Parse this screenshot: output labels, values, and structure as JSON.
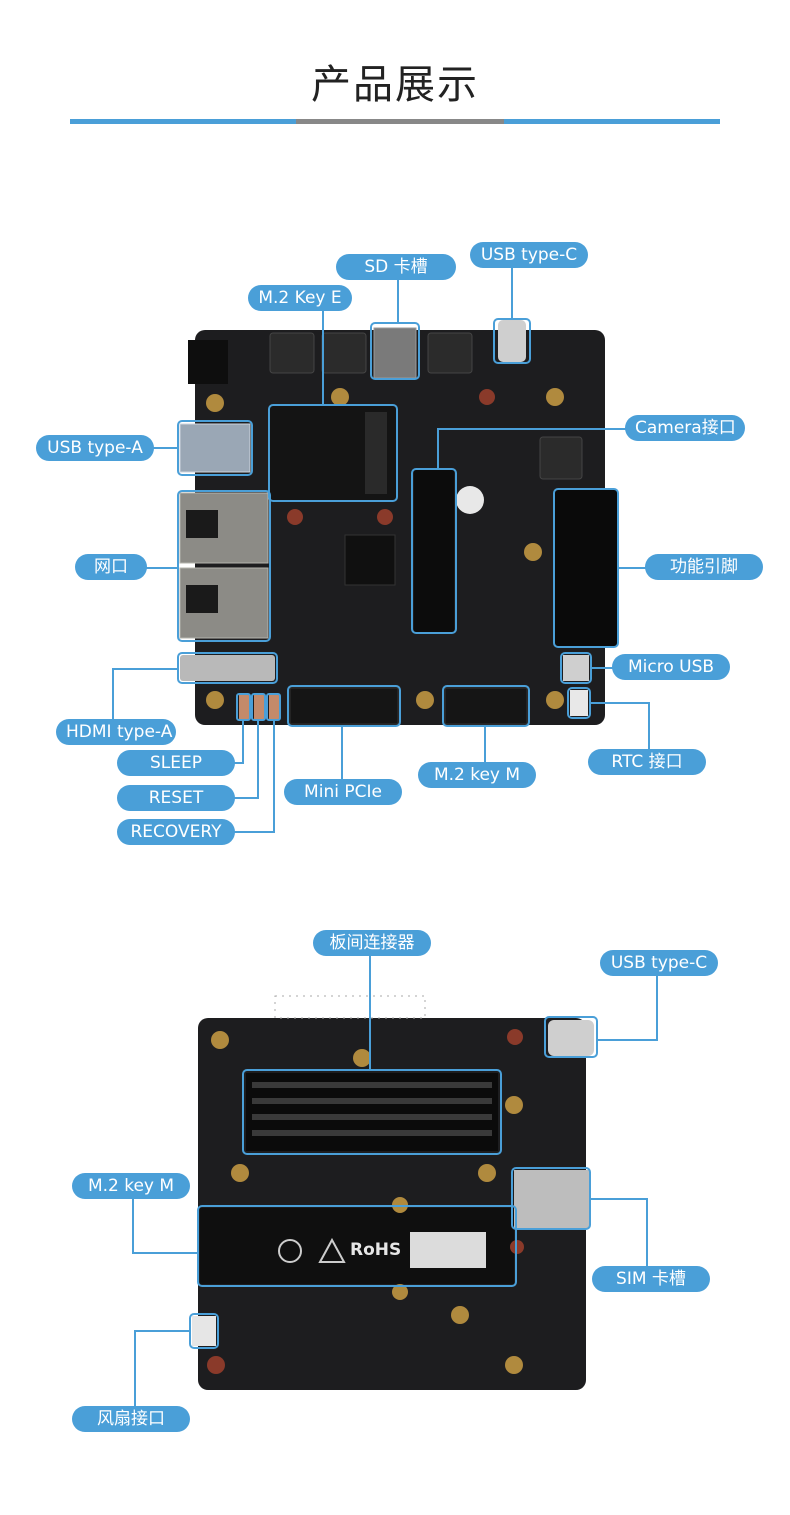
{
  "page": {
    "title": "产品展示"
  },
  "colors": {
    "accent": "#4a9fd8",
    "rule_gray": "#888888",
    "pcb": "#1d1d1f"
  },
  "board_top": {
    "labels": {
      "sd_slot": "SD 卡槽",
      "usb_c": "USB type-C",
      "m2_key_e": "M.2 Key E",
      "camera": "Camera接口",
      "usb_a": "USB type-A",
      "ethernet": "网口",
      "gpio": "功能引脚",
      "micro_usb": "Micro USB",
      "hdmi": "HDMI type-A",
      "sleep": "SLEEP",
      "reset": "RESET",
      "recovery": "RECOVERY",
      "mini_pcie": "Mini PCIe",
      "m2_key_m": "M.2 key M",
      "rtc": "RTC 接口"
    }
  },
  "board_bottom": {
    "labels": {
      "b2b": "板间连接器",
      "usb_c": "USB type-C",
      "m2_key_m": "M.2 key M",
      "sim": "SIM 卡槽",
      "fan": "风扇接口"
    },
    "ssd_text": "RoHS"
  }
}
